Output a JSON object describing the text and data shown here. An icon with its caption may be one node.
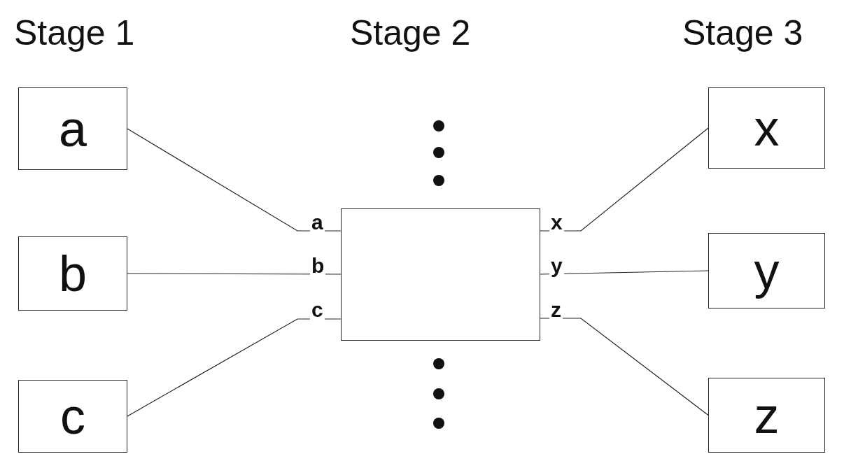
{
  "diagram": {
    "nodes": [
      {
        "text": [
          "a"
        ]
      },
      {
        "text": [
          "b"
        ]
      },
      {
        "text": [
          "c"
        ]
      },
      {
        "text": [],
        "shape": "box"
      },
      {
        "text": [
          "x"
        ]
      },
      {
        "text": [
          "y"
        ]
      },
      {
        "text": [
          "z"
        ]
      }
    ],
    "edges": [
      {
        "from": 0,
        "to": 3,
        "arrow": "none",
        "label": "a"
      },
      {
        "from": 1,
        "to": 3,
        "arrow": "none",
        "label": "b"
      },
      {
        "from": 2,
        "to": 3,
        "arrow": "none",
        "label": "c"
      },
      {
        "from": 3,
        "to": 4,
        "arrow": "none",
        "label": "x"
      },
      {
        "from": 3,
        "to": 5,
        "arrow": "none",
        "label": "y"
      },
      {
        "from": 3,
        "to": 6,
        "arrow": "none",
        "label": "z"
      }
    ],
    "labels": [
      "Stage 1",
      "Stage 2",
      "Stage 3"
    ]
  }
}
